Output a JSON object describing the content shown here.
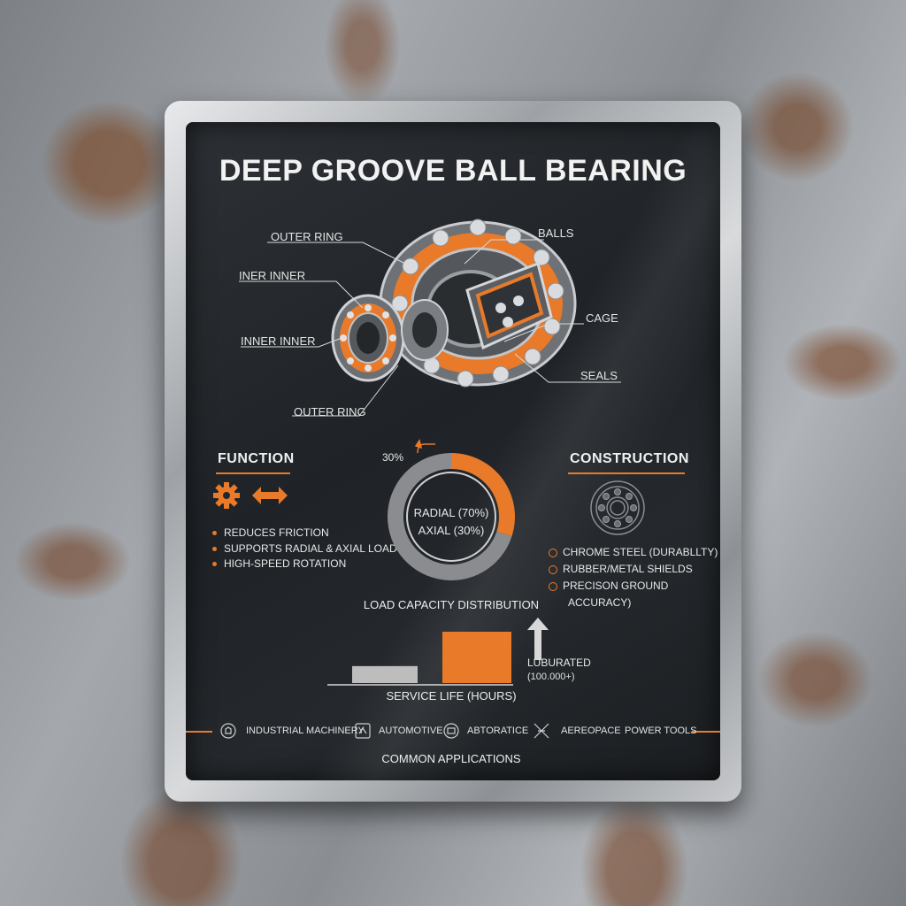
{
  "title": "DEEP GROOVE BALL BEARING",
  "diagram_labels": {
    "outer_ring_top": "OUTER RING",
    "inner_inner_1": "INER INNER",
    "inner_inner_2": "INNER INNER",
    "outer_ring_bottom": "OUTER RING",
    "balls": "BALLS",
    "cage": "CAGE",
    "seals": "SEALS"
  },
  "function": {
    "heading": "FUNCTION",
    "items": [
      "REDUCES FRICTION",
      "SUPPORTS RADIAL & AXIAL LOADS",
      "HIGH-SPEED ROTATION"
    ]
  },
  "construction": {
    "heading": "CONSTRUCTION",
    "items": [
      "CHROME STEEL (DURABLLTY)",
      "RUBBER/METAL SHIELDS",
      "PRECISON GROUND",
      "ACCURACY)"
    ]
  },
  "chart_data": [
    {
      "type": "pie",
      "title": "LOAD CAPACITY DISTRIBUTION",
      "callout": "30%",
      "center_lines": [
        "RADIAL (70%)",
        "AXIAL (30%)"
      ],
      "slices": [
        {
          "name": "RADIAL",
          "value": 70,
          "color": "#8a8c8f"
        },
        {
          "name": "AXIAL",
          "value": 30,
          "color": "#e87a2a"
        }
      ]
    },
    {
      "type": "bar",
      "xlabel": "SERVICE LIFE (HOURS)",
      "annotation": [
        "LUBURATED",
        "(100.000+)"
      ],
      "bars": [
        {
          "value": 0.33,
          "color": "#bdbdbd"
        },
        {
          "value": 1.0,
          "color": "#e87a2a"
        }
      ]
    }
  ],
  "applications": {
    "heading": "COMMON APPLICATIONS",
    "items": [
      "INDUSTRIAL MACHINERY",
      "AUTOMOTIVE",
      "ABTORATICE",
      "AEREOPACE",
      "POWER TOOLS"
    ]
  },
  "colors": {
    "accent": "#e87a2a",
    "panel": "#23272b",
    "text": "#e8e8e8"
  },
  "icons": [
    "gear-icon",
    "double-arrow-icon",
    "bearing-icon",
    "up-arrow-icon",
    "factory-icon",
    "car-icon",
    "gear-app-icon",
    "plane-icon"
  ]
}
